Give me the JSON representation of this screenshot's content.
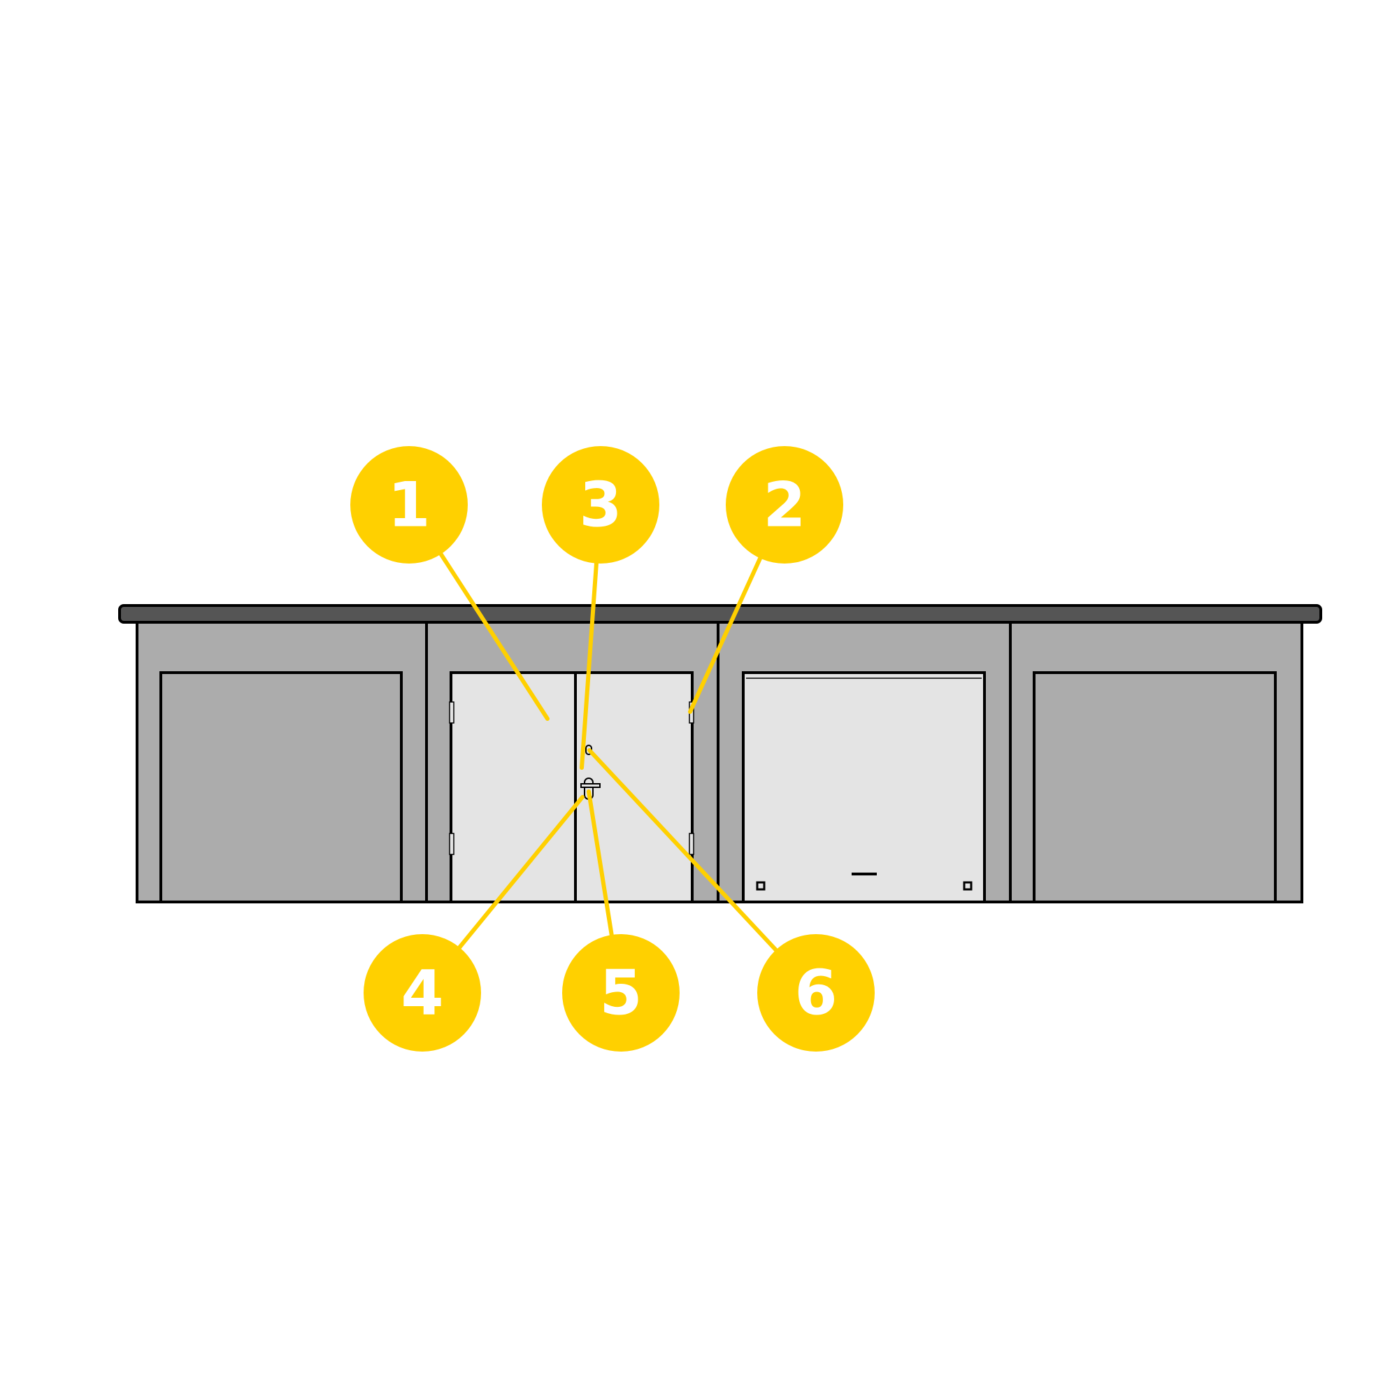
{
  "colors": {
    "background": "#ffffff",
    "roof": "#555555",
    "wall": "#acacac",
    "closed_door": "#acacac",
    "open_door": "#e4e4e4",
    "outline": "#000000",
    "callout": "#ffd000",
    "callout_text": "#ffffff"
  },
  "garages": [
    {
      "name": "garage-1",
      "door": "closed"
    },
    {
      "name": "garage-2",
      "door": "double-swing"
    },
    {
      "name": "garage-3",
      "door": "up-and-over"
    },
    {
      "name": "garage-4",
      "door": "closed"
    }
  ],
  "callouts": [
    {
      "label": "1"
    },
    {
      "label": "3"
    },
    {
      "label": "2"
    },
    {
      "label": "4"
    },
    {
      "label": "5"
    },
    {
      "label": "6"
    }
  ]
}
